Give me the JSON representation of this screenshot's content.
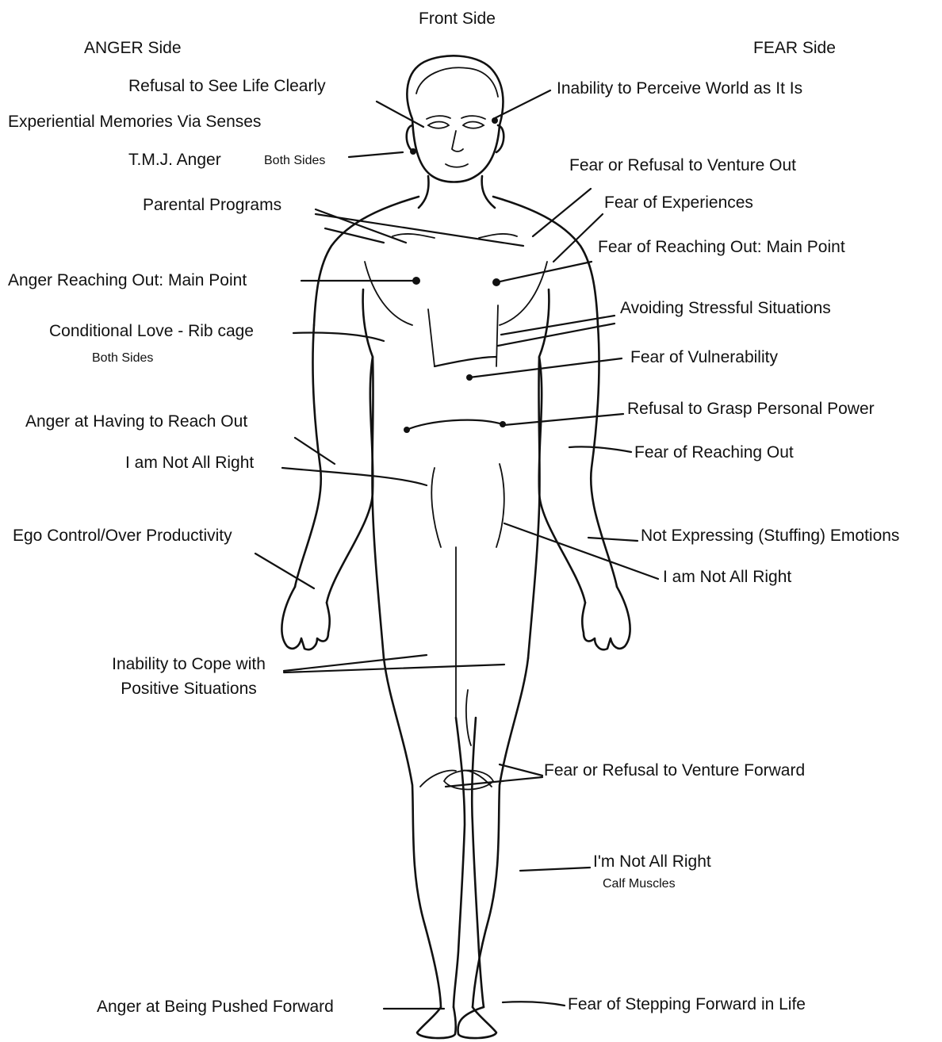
{
  "headings": {
    "front": "Front Side",
    "anger": "ANGER Side",
    "fear": "FEAR Side"
  },
  "labels": {
    "refusal_see_life": "Refusal to See Life Clearly",
    "experiential_memories": "Experiential Memories Via Senses",
    "tmj_anger": "T.M.J.  Anger",
    "tmj_both_sides": "Both Sides",
    "parental_programs": "Parental Programs",
    "anger_reaching_out_main": "Anger Reaching Out: Main Point",
    "conditional_love": "Conditional Love - Rib cage",
    "conditional_love_both_sides": "Both Sides",
    "anger_having_reach_out": "Anger at Having to Reach Out",
    "not_all_right_left": "I am Not All Right",
    "ego_control": "Ego Control/Over Productivity",
    "inability_cope_line1": "Inability to Cope with",
    "inability_cope_line2": "Positive Situations",
    "anger_pushed_forward": "Anger at Being Pushed Forward",
    "inability_perceive_world": "Inability to Perceive World as It Is",
    "fear_refusal_venture_out": "Fear or Refusal to Venture Out",
    "fear_experiences": "Fear of Experiences",
    "fear_reaching_out_main": "Fear of Reaching Out: Main Point",
    "avoiding_stressful": "Avoiding Stressful Situations",
    "fear_vulnerability": "Fear of Vulnerability",
    "refusal_grasp_power": "Refusal to Grasp Personal Power",
    "fear_reaching_out": "Fear of Reaching Out",
    "not_expressing": "Not Expressing (Stuffing) Emotions",
    "not_all_right_right": "I am Not All Right",
    "fear_refusal_venture_forward": "Fear or Refusal to Venture Forward",
    "im_not_all_right": "I'm Not All Right",
    "calf_muscles": "Calf Muscles",
    "fear_stepping_forward": "Fear of Stepping Forward in Life"
  }
}
